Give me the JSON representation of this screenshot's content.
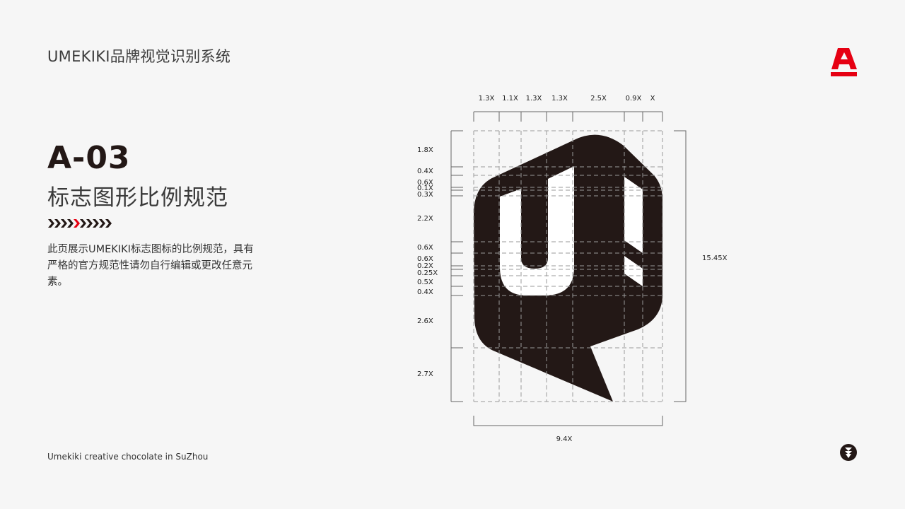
{
  "header": {
    "title": "UMEKIKI品牌视觉识别系统",
    "logo_letter": "A"
  },
  "section": {
    "code": "A-03",
    "heading": "标志图形比例规范",
    "description": "此页展示UMEKIKI标志图标的比例规范，具有严格的官方规范性请勿自行编辑或更改任意元素。",
    "chevron_count": 10,
    "chevron_highlight_index": 4
  },
  "diagram": {
    "column_labels": [
      "1.3X",
      "1.1X",
      "1.3X",
      "1.3X",
      "2.5X",
      "0.9X",
      "X"
    ],
    "row_labels": [
      "1.8X",
      "0.4X",
      "0.6X",
      "0.1X",
      "0.3X",
      "2.2X",
      "0.6X",
      "0.6X",
      "0.2X",
      "0.25X",
      "0.5X",
      "0.4X",
      "2.6X",
      "2.7X"
    ],
    "total_height_label": "15.45X",
    "total_width_label": "9.4X"
  },
  "footer": {
    "text": "Umekiki creative chocolate in SuZhou"
  },
  "colors": {
    "accent": "#e60012",
    "logo": "#231816",
    "background": "#f6f6f6"
  }
}
